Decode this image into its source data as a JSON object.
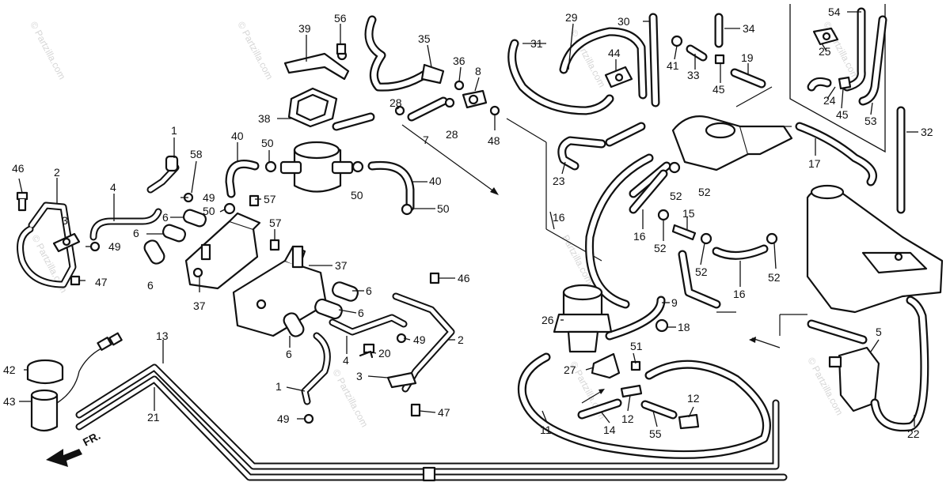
{
  "watermark": "© Partzilla.com",
  "watermark_short": "Partzilla.com",
  "direction_label": "FR.",
  "callouts": {
    "c1a": "1",
    "c1b": "1",
    "c2a": "2",
    "c2b": "2",
    "c3a": "3",
    "c3b": "3",
    "c4a": "4",
    "c4b": "4",
    "c5": "5",
    "c6a": "6",
    "c6b": "6",
    "c6c": "6",
    "c6d": "6",
    "c6e": "6",
    "c6f": "6",
    "c7": "7",
    "c8": "8",
    "c9": "9",
    "c11": "11",
    "c12a": "12",
    "c12b": "12",
    "c13": "13",
    "c14": "14",
    "c15": "15",
    "c16a": "16",
    "c16b": "16",
    "c16c": "16",
    "c17": "17",
    "c18": "18",
    "c19": "19",
    "c20": "20",
    "c21": "21",
    "c22": "22",
    "c23": "23",
    "c24": "24",
    "c25": "25",
    "c26": "26",
    "c27": "27",
    "c28a": "28",
    "c28b": "28",
    "c29": "29",
    "c30": "30",
    "c31": "31",
    "c32": "32",
    "c33": "33",
    "c34": "34",
    "c35": "35",
    "c36": "36",
    "c37a": "37",
    "c37b": "37",
    "c38": "38",
    "c39": "39",
    "c40a": "40",
    "c40b": "40",
    "c41": "41",
    "c42": "42",
    "c43": "43",
    "c44": "44",
    "c45a": "45",
    "c45b": "45",
    "c46a": "46",
    "c46b": "46",
    "c47a": "47",
    "c47b": "47",
    "c48": "48",
    "c49a": "49",
    "c49b": "49",
    "c49c": "49",
    "c49d": "49",
    "c50a": "50",
    "c50b": "50",
    "c50c": "50",
    "c50d": "50",
    "c51": "51",
    "c52a": "52",
    "c52b": "52",
    "c52c": "52",
    "c52d": "52",
    "c52e": "52",
    "c53": "53",
    "c54": "54",
    "c55": "55",
    "c56": "56",
    "c57a": "57",
    "c57b": "57",
    "c58": "58"
  }
}
